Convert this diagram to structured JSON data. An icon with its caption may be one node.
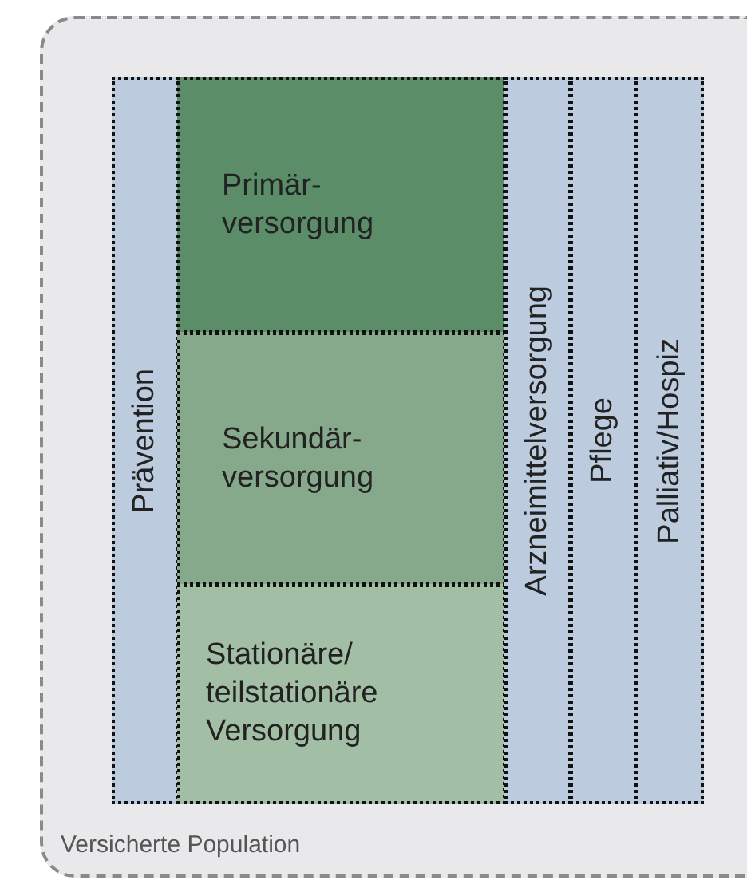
{
  "diagram": {
    "nodes": [
      {
        "text": [
          "Versicherte Population"
        ]
      },
      {
        "text": [
          "Prävention"
        ],
        "in": 0
      },
      {
        "text": [
          "Primär- versorgung"
        ],
        "in": 0
      },
      {
        "text": [
          "Sekundär- versorgung"
        ],
        "in": 0
      },
      {
        "text": [
          "Stationäre/ teilstationäre Versorgung"
        ],
        "in": 0
      },
      {
        "text": [
          "Arzneimittelversorgung"
        ],
        "in": 0
      },
      {
        "text": [
          "Pflege"
        ],
        "in": 0
      },
      {
        "text": [
          "Palliativ/Hospiz"
        ],
        "in": 0
      }
    ]
  }
}
